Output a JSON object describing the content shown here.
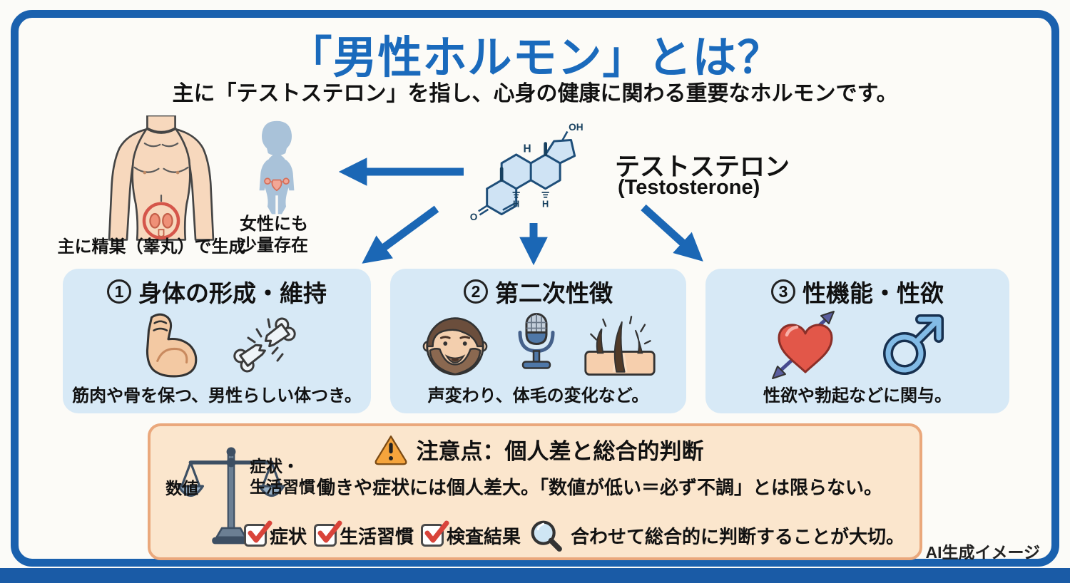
{
  "header": {
    "title": "「男性ホルモン」とは？",
    "subtitle": "主に「テストステロン」を指し、心身の健康に関わる重要なホルモンです。"
  },
  "source": {
    "male_label": "主に精巣（睾丸）で生成",
    "female_label_line1": "女性にも",
    "female_label_line2": "少量存在"
  },
  "molecule": {
    "name_jp": "テストステロン",
    "name_en": "(Testosterone)",
    "atom_oh": "OH",
    "atom_o": "O",
    "atom_h": "H"
  },
  "functions": [
    {
      "num": "1",
      "title": "身体の形成・維持",
      "caption": "筋肉や骨を保つ、男性らしい体つき。",
      "icon_names": [
        "bicep-icon",
        "broken-bone-icon"
      ]
    },
    {
      "num": "2",
      "title": "第二次性徴",
      "caption": "声変わり、体毛の変化など。",
      "icon_names": [
        "beard-face-icon",
        "microphone-icon",
        "body-hair-icon"
      ]
    },
    {
      "num": "3",
      "title": "性機能・性欲",
      "caption": "性欲や勃起などに関与。",
      "icon_names": [
        "heart-arrow-icon",
        "male-symbol-icon"
      ]
    }
  ],
  "caution": {
    "title": "注意点：個人差と総合的判断",
    "scale_left_label": "数値",
    "scale_right_line1": "症状・",
    "scale_right_line2": "生活習慣",
    "body": "働きや症状には個人差大。「数値が低い＝必ず不調」とは限らない。",
    "check_items": [
      "症状",
      "生活習慣",
      "検査結果"
    ],
    "conclusion": "合わせて総合的に判断することが大切。"
  },
  "footer": {
    "credit": "AI生成イメージ"
  },
  "colors": {
    "accent_blue": "#1b6ab8",
    "frame_blue": "#1a61ae",
    "band_blue": "#1a5ba6",
    "function_box_bg": "#d7e9f6",
    "caution_bg": "#fbe6cd",
    "caution_border": "#eaa87c",
    "check_red": "#d9443a",
    "heart_red": "#e25749"
  }
}
